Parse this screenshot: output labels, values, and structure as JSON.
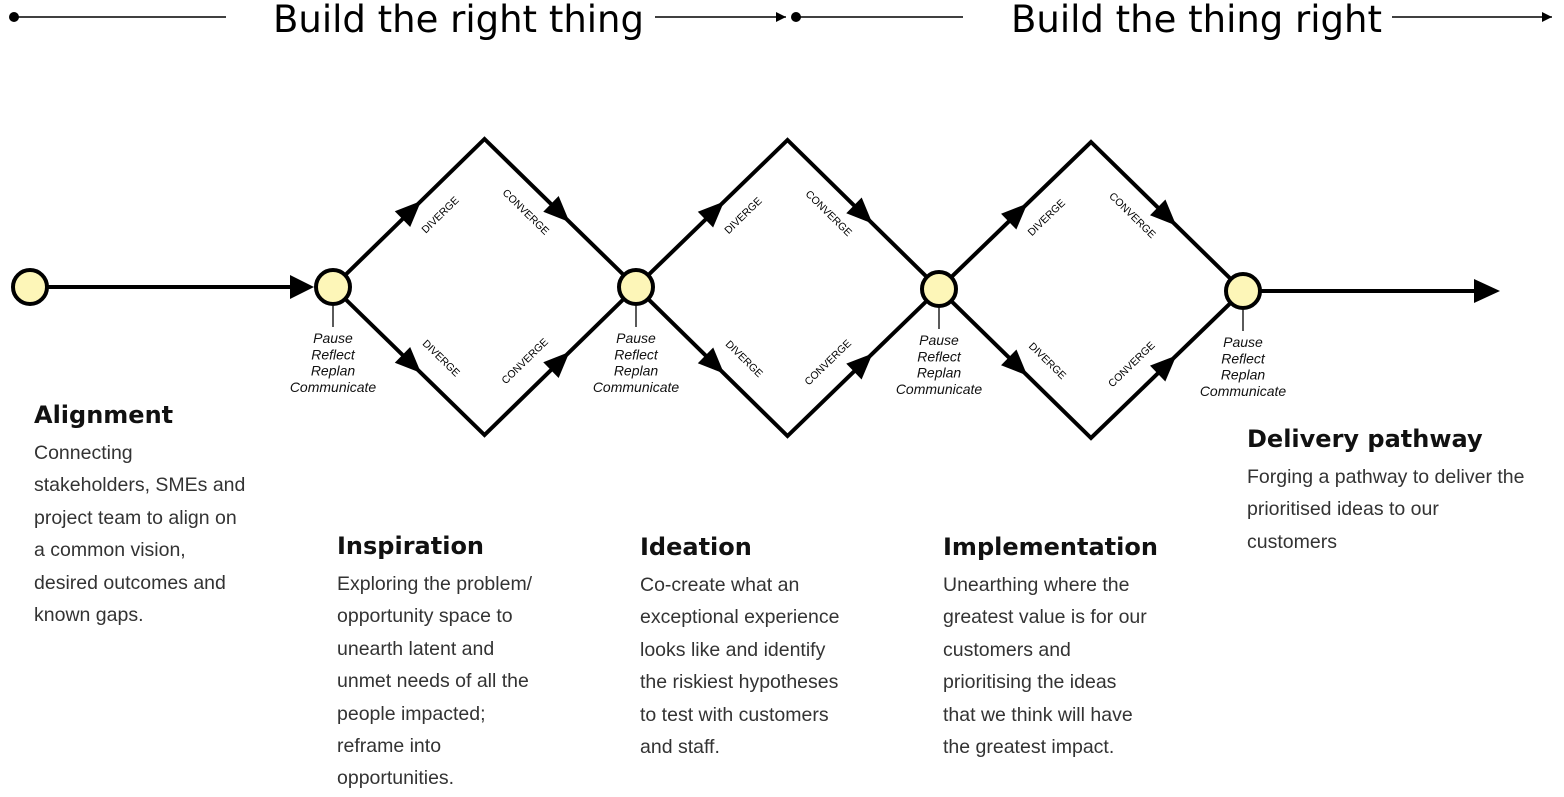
{
  "header": {
    "phase_1": "Build the right thing",
    "phase_2": "Build the thing right"
  },
  "diagram": {
    "diverge_label": "DIVERGE",
    "converge_label": "CONVERGE",
    "node_fill": "#fdf6b8",
    "checkpoint_lines": [
      "Pause",
      "Reflect",
      "Replan",
      "Communicate"
    ]
  },
  "sections": {
    "alignment": {
      "title": "Alignment",
      "lines": [
        "Connecting",
        "stakeholders, SMEs and",
        "project team to align on",
        "a common vision,",
        "desired outcomes and",
        "known gaps."
      ]
    },
    "inspiration": {
      "title": "Inspiration",
      "lines": [
        "Exploring the problem/",
        "opportunity space to",
        "unearth latent and",
        "unmet needs of all the",
        "people impacted;",
        "reframe into",
        "opportunities."
      ]
    },
    "ideation": {
      "title": "Ideation",
      "lines": [
        "Co-create what an",
        "exceptional experience",
        "looks like and identify",
        "the riskiest hypotheses",
        "to test with customers",
        "and staff."
      ]
    },
    "implementation": {
      "title": "Implementation",
      "lines": [
        "Unearthing where the",
        "greatest value is for our",
        "customers and",
        "prioritising the ideas",
        "that we think will have",
        "the greatest impact."
      ]
    },
    "delivery": {
      "title": "Delivery pathway",
      "lines": [
        "Forging a pathway to deliver the",
        "prioritised ideas to our",
        "customers"
      ]
    }
  }
}
